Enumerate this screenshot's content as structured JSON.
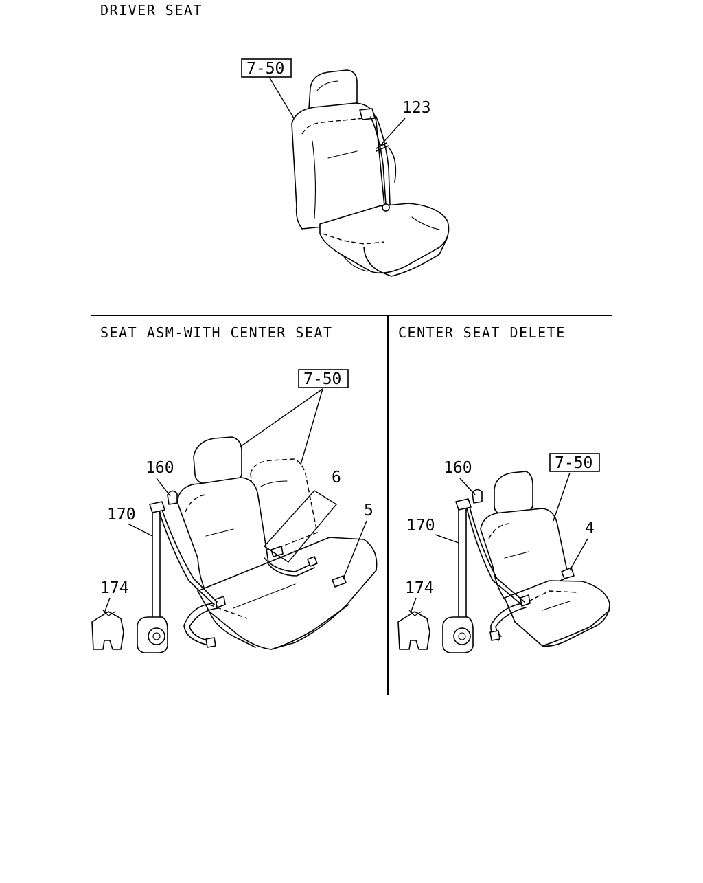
{
  "sections": {
    "driver_seat": {
      "title": "DRIVER SEAT",
      "callout_box": "7-50",
      "callout_123": "123"
    },
    "with_center_seat": {
      "title": "SEAT ASM-WITH CENTER SEAT",
      "callout_box": "7-50",
      "callout_160": "160",
      "callout_170": "170",
      "callout_174": "174",
      "callout_6": "6",
      "callout_5": "5"
    },
    "center_seat_delete": {
      "title": "CENTER SEAT DELETE",
      "callout_box": "7-50",
      "callout_160": "160",
      "callout_170": "170",
      "callout_174": "174",
      "callout_4": "4"
    }
  }
}
